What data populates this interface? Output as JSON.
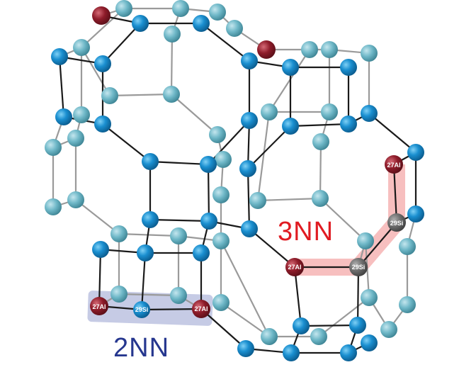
{
  "labels": {
    "three_nn": "3NN",
    "two_nn": "2NN"
  },
  "atom_tags": {
    "al": "27Al",
    "si": "29Si"
  },
  "colors": {
    "dark_blue_atom": "#1a8fd0",
    "light_teal_atom": "#6fb8c8",
    "aluminum_atom": "#8e1c2a",
    "silicon_highlight_atom": "#6f6f6f",
    "front_bond": "#1a1a1a",
    "back_bond": "#9a9a9a",
    "three_nn_highlight": "#f08a8a",
    "two_nn_highlight": "#8d97cc",
    "three_nn_text": "#e01b22",
    "two_nn_text": "#26378f"
  }
}
